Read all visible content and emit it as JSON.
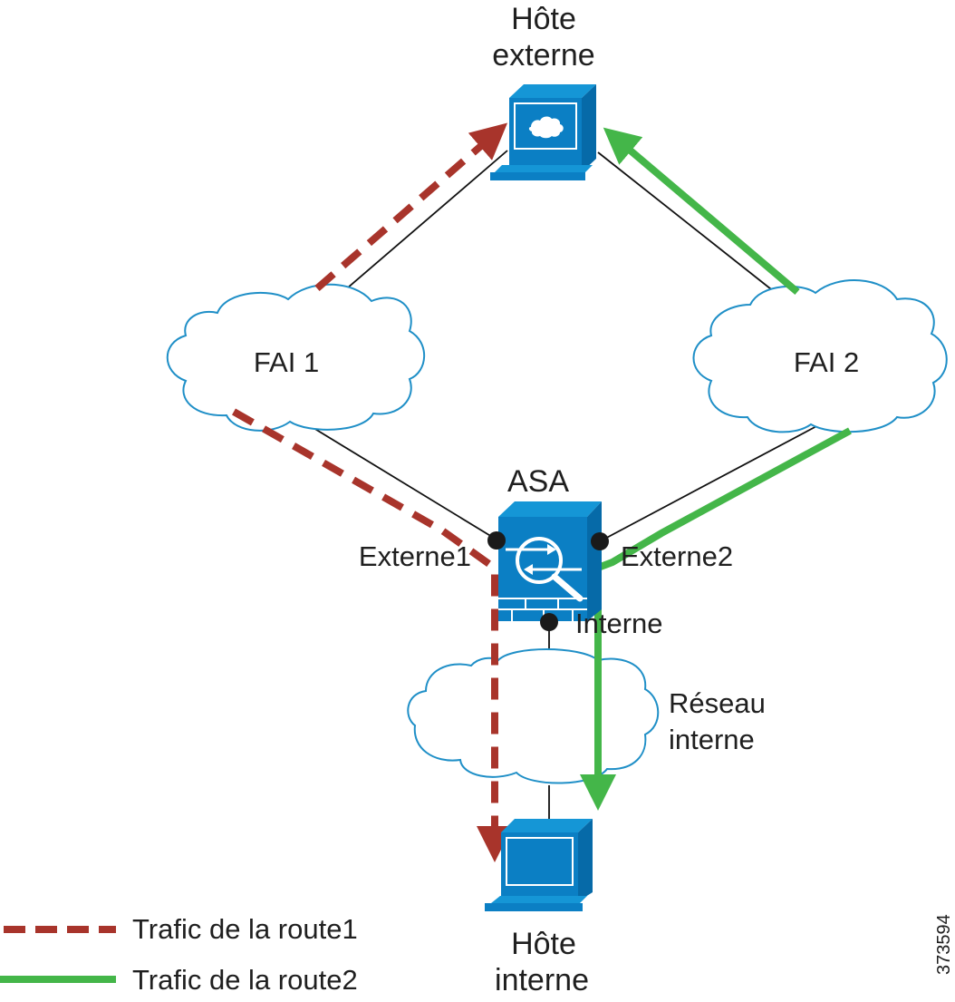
{
  "diagram": {
    "nodes": {
      "external_host": {
        "label_line1": "Hôte",
        "label_line2": "externe"
      },
      "internal_host": {
        "label_line1": "Hôte",
        "label_line2": "interne"
      },
      "isp1": {
        "label": "FAI 1"
      },
      "isp2": {
        "label": "FAI 2"
      },
      "asa": {
        "label": "ASA"
      },
      "internal_network": {
        "label_line1": "Réseau",
        "label_line2": "interne"
      }
    },
    "interfaces": {
      "outside1": "Externe1",
      "outside2": "Externe2",
      "inside": "Interne"
    },
    "legend": {
      "route1": {
        "label": "Trafic de la route1",
        "style": "dashed",
        "color": "#a8342b"
      },
      "route2": {
        "label": "Trafic de la route2",
        "style": "solid",
        "color": "#44b649"
      }
    },
    "colors": {
      "device_blue": "#0b7fc4",
      "cloud_outline": "#1f8fc7"
    },
    "figure_id": "373594"
  }
}
